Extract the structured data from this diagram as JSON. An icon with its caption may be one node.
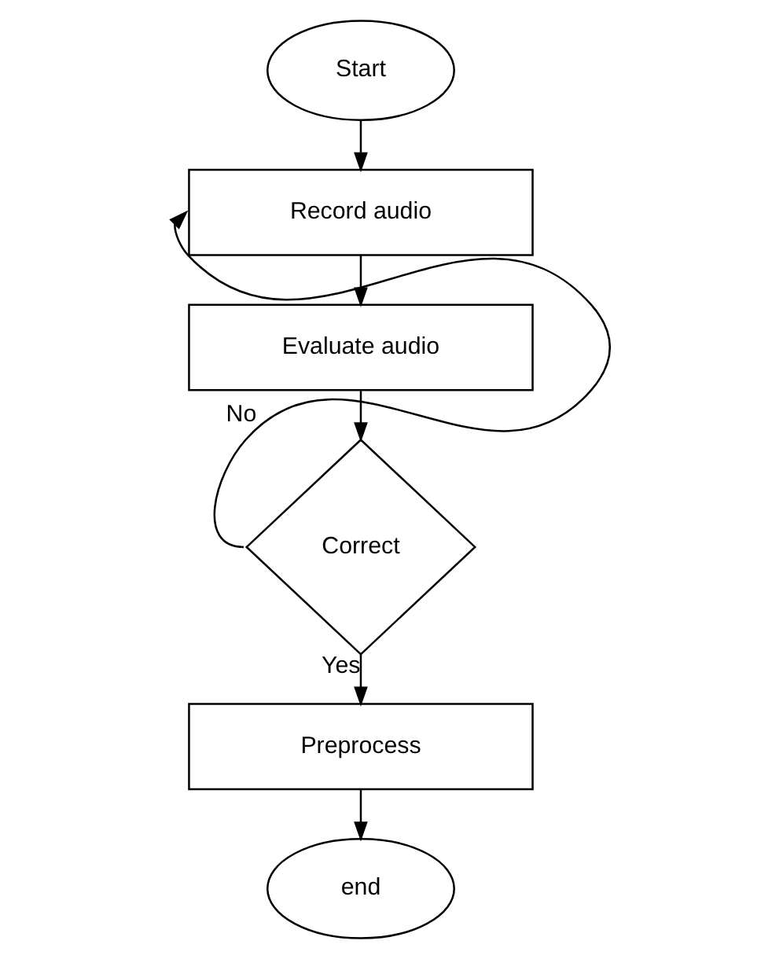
{
  "diagram": {
    "nodes": [
      {
        "text": [
          "Start"
        ]
      },
      {
        "text": [
          "Record audio"
        ]
      },
      {
        "text": [
          "Evaluate audio"
        ]
      },
      {
        "text": [
          "Correct"
        ]
      },
      {
        "text": [
          "Preprocess"
        ]
      },
      {
        "text": [
          "end"
        ]
      }
    ],
    "edges": [
      {
        "from": 0,
        "to": 1,
        "arrow": "to"
      },
      {
        "from": 1,
        "to": 2,
        "arrow": "to"
      },
      {
        "from": 2,
        "to": 3,
        "arrow": "to"
      },
      {
        "from": 3,
        "to": 1,
        "arrow": "to",
        "label": "No"
      },
      {
        "from": 3,
        "to": 4,
        "arrow": "to",
        "label": "Yes"
      },
      {
        "from": 4,
        "to": 5,
        "arrow": "to"
      }
    ]
  }
}
